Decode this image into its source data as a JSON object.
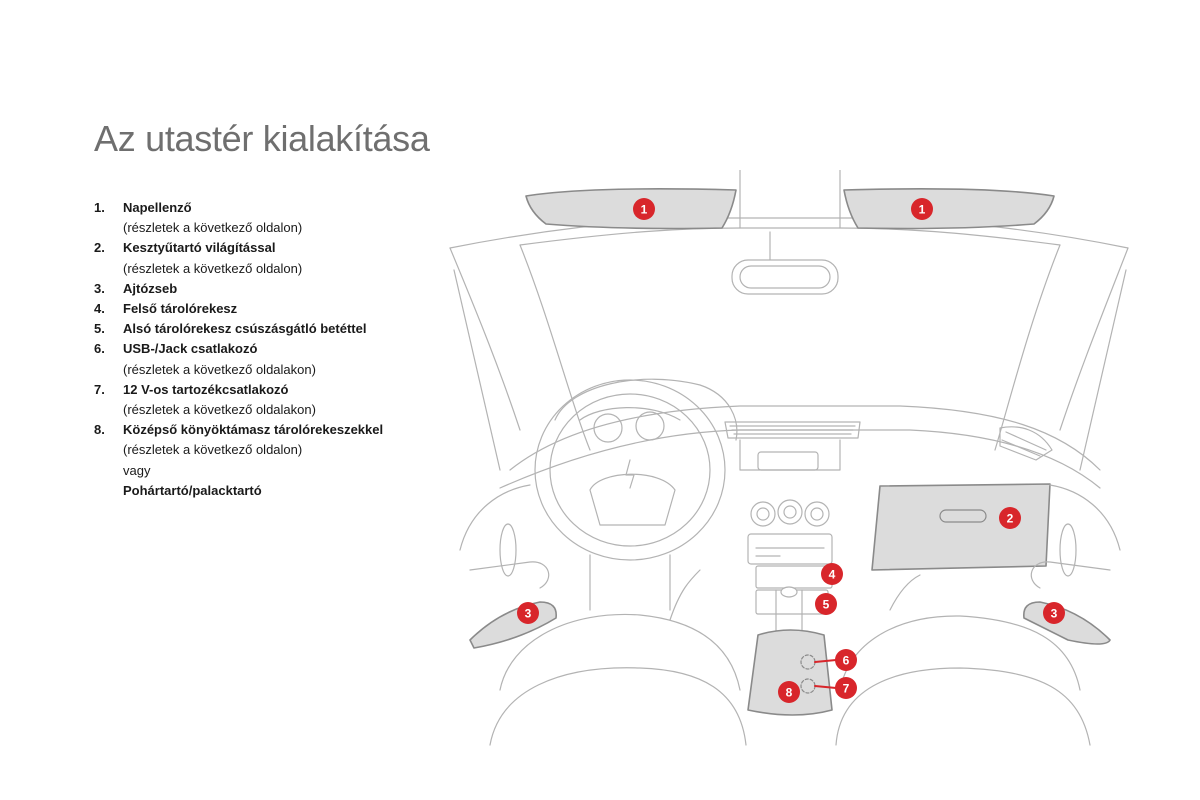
{
  "title": "Az utastér kialakítása",
  "legend": [
    {
      "num": "1.",
      "name": "Napellenző",
      "sub": [
        "(részletek a következő oldalon)"
      ]
    },
    {
      "num": "2.",
      "name": "Kesztyűtartó világítással",
      "sub": [
        "(részletek a következő oldalon)"
      ]
    },
    {
      "num": "3.",
      "name": "Ajtózseb",
      "sub": []
    },
    {
      "num": "4.",
      "name": "Felső tárolórekesz",
      "sub": []
    },
    {
      "num": "5.",
      "name": "Alsó tárolórekesz csúszásgátló betéttel",
      "sub": []
    },
    {
      "num": "6.",
      "name": "USB-/Jack csatlakozó",
      "sub": [
        "(részletek a következő oldalakon)"
      ]
    },
    {
      "num": "7.",
      "name": "12 V-os tartozékcsatlakozó",
      "sub": [
        "(részletek a következő oldalakon)"
      ]
    },
    {
      "num": "8.",
      "name": "Középső könyöktámasz tárolórekeszekkel",
      "sub": [
        "(részletek a következő oldalon)",
        "vagy"
      ],
      "alt": "Pohártartó/palacktartó"
    }
  ],
  "markers": {
    "color": "#d8262b",
    "labels": [
      "1",
      "1",
      "2",
      "3",
      "3",
      "4",
      "5",
      "6",
      "7",
      "8"
    ]
  }
}
